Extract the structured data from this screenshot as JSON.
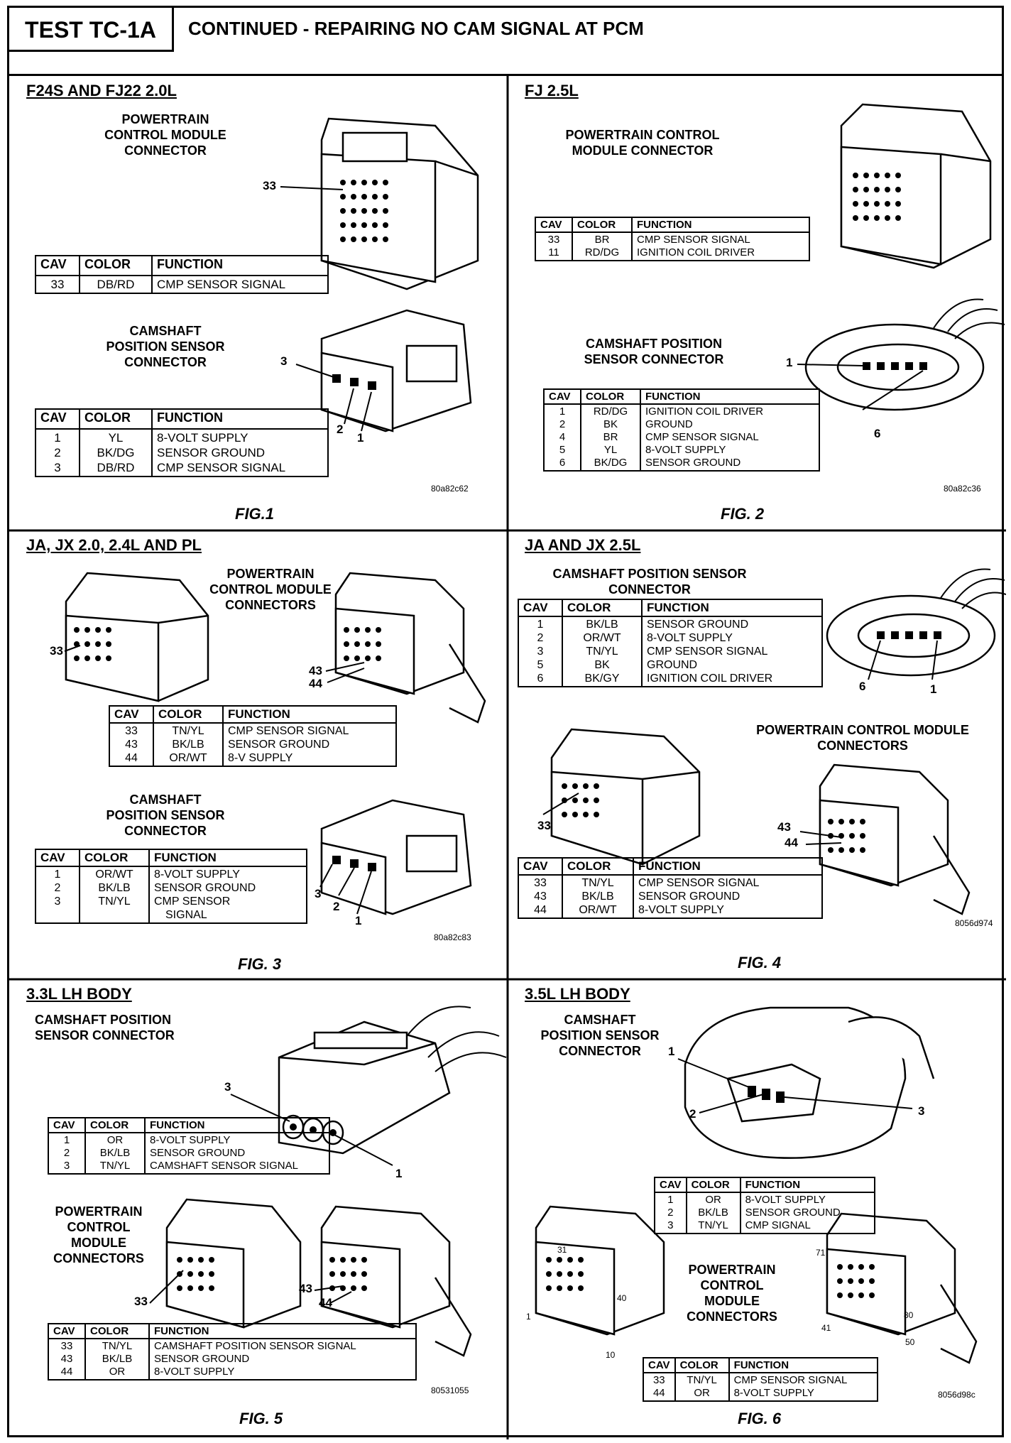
{
  "header": {
    "test_id": "TEST TC-1A",
    "title": "CONTINUED - REPAIRING NO CAM SIGNAL AT PCM"
  },
  "cols": {
    "cav": "CAV",
    "color": "COLOR",
    "function": "FUNCTION"
  },
  "fig1": {
    "title": "F24S AND FJ22 2.0L",
    "pcm_label": [
      "POWERTRAIN",
      "CONTROL MODULE",
      "CONNECTOR"
    ],
    "pcm_callout": "33",
    "pcm_rows": [
      {
        "cav": "33",
        "color": "DB/RD",
        "fn": "CMP SENSOR SIGNAL"
      }
    ],
    "cmp_label": [
      "CAMSHAFT",
      "POSITION SENSOR",
      "CONNECTOR"
    ],
    "cmp_callouts": [
      "3",
      "2",
      "1"
    ],
    "cmp_rows": [
      {
        "cav": "1",
        "color": "YL",
        "fn": "8-VOLT SUPPLY"
      },
      {
        "cav": "2",
        "color": "BK/DG",
        "fn": "SENSOR GROUND"
      },
      {
        "cav": "3",
        "color": "DB/RD",
        "fn": "CMP SENSOR SIGNAL"
      }
    ],
    "code": "80a82c62",
    "caption": "FIG.1"
  },
  "fig2": {
    "title": "FJ 2.5L",
    "pcm_label": [
      "POWERTRAIN CONTROL",
      "MODULE CONNECTOR"
    ],
    "pcm_rows": [
      {
        "cav": "33",
        "color": "BR",
        "fn": "CMP SENSOR SIGNAL"
      },
      {
        "cav": "11",
        "color": "RD/DG",
        "fn": "IGNITION COIL DRIVER"
      }
    ],
    "cmp_label": [
      "CAMSHAFT POSITION",
      "SENSOR CONNECTOR"
    ],
    "cmp_callouts": [
      "1",
      "6"
    ],
    "cmp_rows": [
      {
        "cav": "1",
        "color": "RD/DG",
        "fn": "IGNITION COIL DRIVER"
      },
      {
        "cav": "2",
        "color": "BK",
        "fn": "GROUND"
      },
      {
        "cav": "4",
        "color": "BR",
        "fn": "CMP SENSOR SIGNAL"
      },
      {
        "cav": "5",
        "color": "YL",
        "fn": "8-VOLT SUPPLY"
      },
      {
        "cav": "6",
        "color": "BK/DG",
        "fn": "SENSOR GROUND"
      }
    ],
    "code": "80a82c36",
    "caption": "FIG. 2"
  },
  "fig3": {
    "title": "JA, JX 2.0, 2.4L AND PL",
    "pcm_label": [
      "POWERTRAIN",
      "CONTROL MODULE",
      "CONNECTORS"
    ],
    "pcm_callouts": [
      "33",
      "43",
      "44"
    ],
    "pcm_rows": [
      {
        "cav": "33",
        "color": "TN/YL",
        "fn": "CMP SENSOR SIGNAL"
      },
      {
        "cav": "43",
        "color": "BK/LB",
        "fn": "SENSOR GROUND"
      },
      {
        "cav": "44",
        "color": "OR/WT",
        "fn": "8-V SUPPLY"
      }
    ],
    "cmp_label": [
      "CAMSHAFT",
      "POSITION SENSOR",
      "CONNECTOR"
    ],
    "cmp_callouts": [
      "3",
      "2",
      "1"
    ],
    "cmp_rows": [
      {
        "cav": "1",
        "color": "OR/WT",
        "fn": "8-VOLT SUPPLY"
      },
      {
        "cav": "2",
        "color": "BK/LB",
        "fn": "SENSOR GROUND"
      },
      {
        "cav": "3",
        "color": "TN/YL",
        "fn": "CMP SENSOR",
        "fn2": "SIGNAL"
      }
    ],
    "code": "80a82c83",
    "caption": "FIG. 3"
  },
  "fig4": {
    "title": "JA AND JX 2.5L",
    "cmp_label": [
      "CAMSHAFT POSITION SENSOR",
      "CONNECTOR"
    ],
    "cmp_callouts": [
      "6",
      "1"
    ],
    "cmp_rows": [
      {
        "cav": "1",
        "color": "BK/LB",
        "fn": "SENSOR GROUND"
      },
      {
        "cav": "2",
        "color": "OR/WT",
        "fn": "8-VOLT SUPPLY"
      },
      {
        "cav": "3",
        "color": "TN/YL",
        "fn": "CMP SENSOR SIGNAL"
      },
      {
        "cav": "5",
        "color": "BK",
        "fn": "GROUND"
      },
      {
        "cav": "6",
        "color": "BK/GY",
        "fn": "IGNITION COIL DRIVER"
      }
    ],
    "pcm_label": [
      "POWERTRAIN CONTROL MODULE",
      "CONNECTORS"
    ],
    "pcm_callouts": [
      "33",
      "43",
      "44"
    ],
    "pcm_rows": [
      {
        "cav": "33",
        "color": "TN/YL",
        "fn": "CMP SENSOR SIGNAL"
      },
      {
        "cav": "43",
        "color": "BK/LB",
        "fn": "SENSOR GROUND"
      },
      {
        "cav": "44",
        "color": "OR/WT",
        "fn": "8-VOLT SUPPLY"
      }
    ],
    "code": "8056d974",
    "caption": "FIG. 4"
  },
  "fig5": {
    "title": "3.3L LH BODY",
    "cmp_label": [
      "CAMSHAFT POSITION",
      "SENSOR CONNECTOR"
    ],
    "cmp_callouts": [
      "3",
      "1"
    ],
    "cmp_rows": [
      {
        "cav": "1",
        "color": "OR",
        "fn": "8-VOLT SUPPLY"
      },
      {
        "cav": "2",
        "color": "BK/LB",
        "fn": "SENSOR GROUND"
      },
      {
        "cav": "3",
        "color": "TN/YL",
        "fn": "CAMSHAFT SENSOR SIGNAL"
      }
    ],
    "pcm_label": [
      "POWERTRAIN",
      "CONTROL",
      "MODULE",
      "CONNECTORS"
    ],
    "pcm_callouts": [
      "33",
      "43",
      "44"
    ],
    "pcm_rows": [
      {
        "cav": "33",
        "color": "TN/YL",
        "fn": "CAMSHAFT POSITION SENSOR SIGNAL"
      },
      {
        "cav": "43",
        "color": "BK/LB",
        "fn": "SENSOR GROUND"
      },
      {
        "cav": "44",
        "color": "OR",
        "fn": "8-VOLT SUPPLY"
      }
    ],
    "code": "80531055",
    "caption": "FIG. 5"
  },
  "fig6": {
    "title": "3.5L LH BODY",
    "cmp_label": [
      "CAMSHAFT",
      "POSITION SENSOR",
      "CONNECTOR"
    ],
    "cmp_callouts": [
      "1",
      "2",
      "3"
    ],
    "cmp_rows": [
      {
        "cav": "1",
        "color": "OR",
        "fn": "8-VOLT SUPPLY"
      },
      {
        "cav": "2",
        "color": "BK/LB",
        "fn": "SENSOR GROUND"
      },
      {
        "cav": "3",
        "color": "TN/YL",
        "fn": "CMP SIGNAL"
      }
    ],
    "pcm_label": [
      "POWERTRAIN",
      "CONTROL",
      "MODULE",
      "CONNECTORS"
    ],
    "pcm_pin_numbers": [
      "31",
      "40",
      "1",
      "10",
      "71",
      "80",
      "41",
      "50"
    ],
    "pcm_rows": [
      {
        "cav": "33",
        "color": "TN/YL",
        "fn": "CMP SENSOR SIGNAL"
      },
      {
        "cav": "44",
        "color": "OR",
        "fn": "8-VOLT SUPPLY"
      }
    ],
    "code": "8056d98c",
    "caption": "FIG. 6"
  }
}
